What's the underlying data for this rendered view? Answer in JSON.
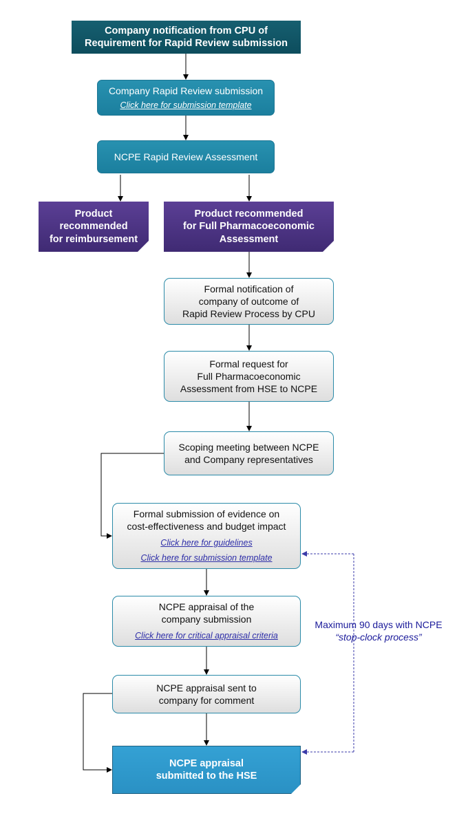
{
  "nodes": {
    "n1": {
      "lines": [
        "Company notification from CPU of",
        "Requirement for Rapid Review submission"
      ]
    },
    "n2": {
      "title": "Company Rapid Review submission",
      "link": "Click here for submission template"
    },
    "n3": {
      "title": "NCPE Rapid Review Assessment"
    },
    "n4": {
      "lines": [
        "Product",
        "recommended",
        "for reimbursement"
      ]
    },
    "n5": {
      "lines": [
        "Product recommended",
        "for Full Pharmacoeconomic",
        "Assessment"
      ]
    },
    "n6": {
      "lines": [
        "Formal notification of",
        "company of outcome of",
        "Rapid Review Process by CPU"
      ]
    },
    "n7": {
      "lines": [
        "Formal request for",
        "Full Pharmacoeconomic",
        "Assessment from HSE to NCPE"
      ]
    },
    "n8": {
      "lines": [
        "Scoping meeting between NCPE",
        "and Company representatives"
      ]
    },
    "n9": {
      "lines": [
        "Formal submission of evidence on",
        "cost-effectiveness and budget impact"
      ],
      "links": [
        "Click here for guidelines",
        "Click here for submission template"
      ]
    },
    "n10": {
      "lines": [
        "NCPE appraisal of the",
        "company submission"
      ],
      "link": "Click here for critical appraisal criteria"
    },
    "n11": {
      "lines": [
        "NCPE appraisal sent to",
        "company for comment"
      ]
    },
    "n12": {
      "lines": [
        "NCPE appraisal",
        "submitted to the HSE"
      ]
    }
  },
  "note": {
    "line1": "Maximum 90 days with NCPE",
    "line2": "“stop-clock process”"
  },
  "colors": {
    "arrow": "#000000",
    "dashed": "#3a3aa8",
    "teal_dark": "#0d4d5d",
    "teal": "#1b7f9e",
    "purple": "#4a3282",
    "grey_border": "#2a8aa8",
    "final_blue": "#2a91c4",
    "note_text": "#1a1a9a"
  }
}
